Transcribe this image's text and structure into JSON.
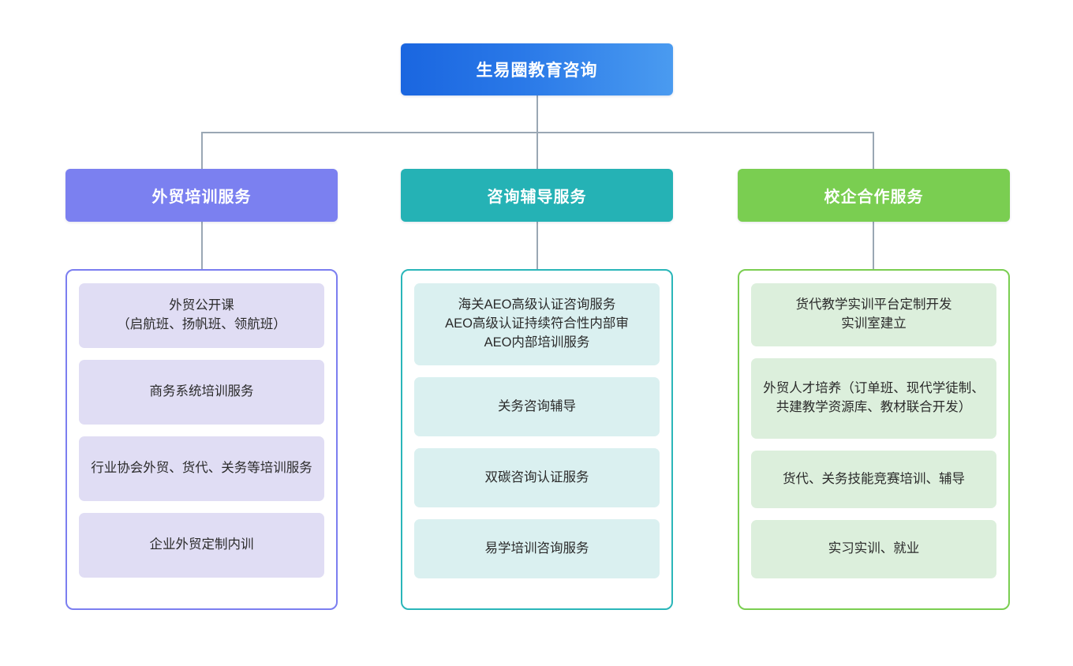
{
  "diagram": {
    "title": "生易圈教育咨询",
    "type": "organization-hierarchy",
    "root": {
      "label": "生易圈教育咨询",
      "color_start": "#1a66e0",
      "color_end": "#4a9bf0"
    },
    "connector_color": "#9aa7b4",
    "branches": [
      {
        "id": "training",
        "label": "外贸培训服务",
        "header_color": "#7b80f0",
        "border_color": "#7b7ef0",
        "item_color": "#e0ddf4",
        "items": [
          {
            "label": "外贸公开课\n（启航班、扬帆班、领航班）"
          },
          {
            "label": "商务系统培训服务"
          },
          {
            "label": "行业协会外贸、货代、关务等培训服务"
          },
          {
            "label": "企业外贸定制内训"
          }
        ]
      },
      {
        "id": "consulting",
        "label": "咨询辅导服务",
        "header_color": "#25b2b5",
        "border_color": "#2ab6b9",
        "item_color": "#daf0f0",
        "items": [
          {
            "label": "海关AEO高级认证咨询服务\nAEO高级认证持续符合性内部审\nAEO内部培训服务"
          },
          {
            "label": "关务咨询辅导"
          },
          {
            "label": "双碳咨询认证服务"
          },
          {
            "label": "易学培训咨询服务"
          }
        ]
      },
      {
        "id": "school-enterprise",
        "label": "校企合作服务",
        "header_color": "#7ace51",
        "border_color": "#7ace51",
        "item_color": "#dcefdc",
        "items": [
          {
            "label": "货代教学实训平台定制开发\n实训室建立"
          },
          {
            "label": "外贸人才培养（订单班、现代学徒制、共建教学资源库、教材联合开发）"
          },
          {
            "label": "货代、关务技能竞赛培训、辅导"
          },
          {
            "label": "实习实训、就业"
          }
        ]
      }
    ]
  }
}
